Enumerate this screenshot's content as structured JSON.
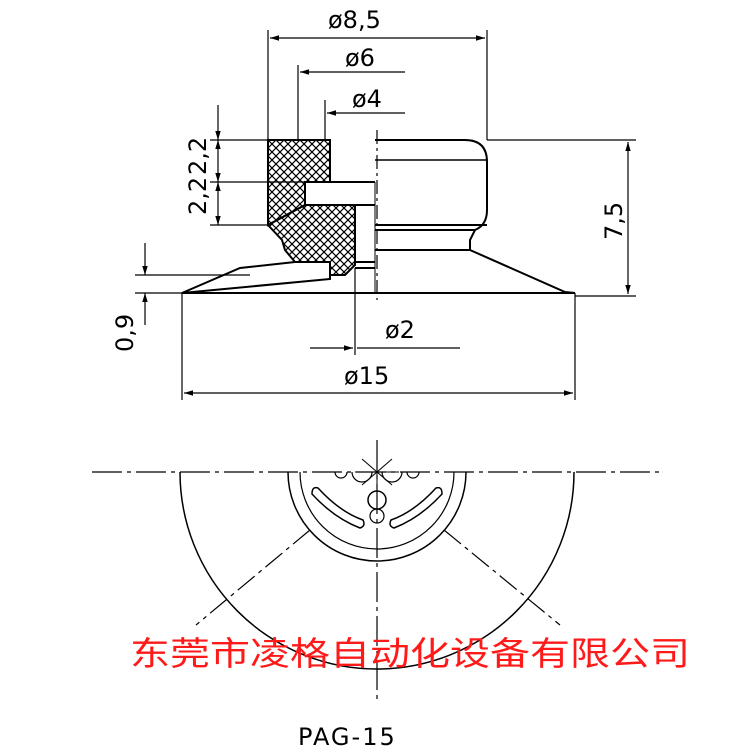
{
  "dimensions": {
    "d85": "ø8,5",
    "d6": "ø6",
    "d4": "ø4",
    "h2a": "2,2",
    "h2b": "2,2",
    "h75": "7,5",
    "h09": "0,9",
    "d2": "ø2",
    "d15": "ø15"
  },
  "company": "东莞市凌格自动化设备有限公司",
  "model": "PAG-15",
  "colors": {
    "line": "#000000",
    "company_text": "#ff1a1a",
    "background": "#ffffff"
  }
}
